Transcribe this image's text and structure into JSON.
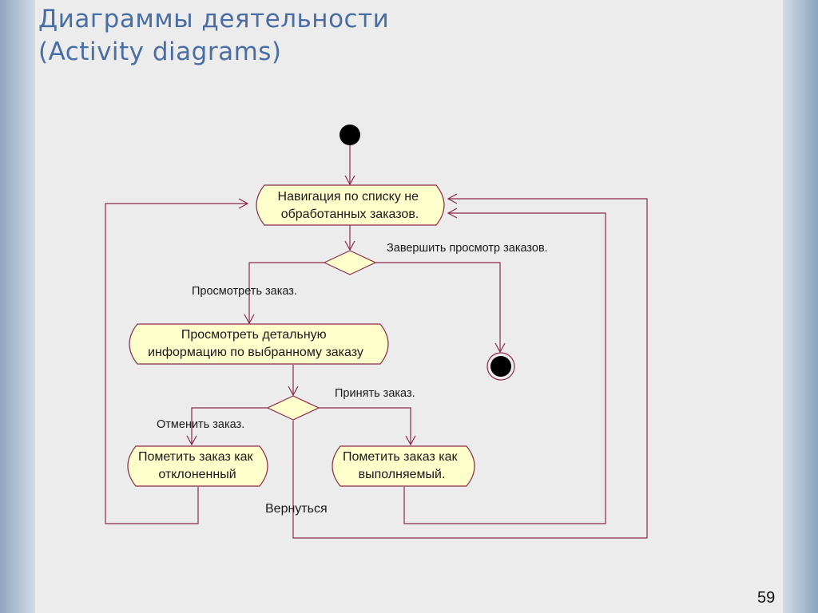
{
  "title": {
    "line1": "Диаграммы деятельности",
    "line2": "(Activity diagrams)"
  },
  "nodes": {
    "navigate": [
      "Навигация по списку не",
      "обработанных заказов."
    ],
    "view_details": [
      "Просмотреть детальную",
      "информацию по выбранному заказу"
    ],
    "mark_rejected": [
      "Пометить заказ как",
      "отклоненный"
    ],
    "mark_accepted": [
      "Пометить заказ как",
      "выполняемый."
    ]
  },
  "guards": {
    "finish": "Завершить просмотр заказов.",
    "view": "Просмотреть заказ.",
    "accept": "Принять заказ.",
    "cancel": "Отменить заказ.",
    "return": "Вернуться"
  },
  "slide_number": "59",
  "colors": {
    "activity_fill": "#ffffcc",
    "edge": "#8c2a4a",
    "title": "#4a6ea3"
  }
}
